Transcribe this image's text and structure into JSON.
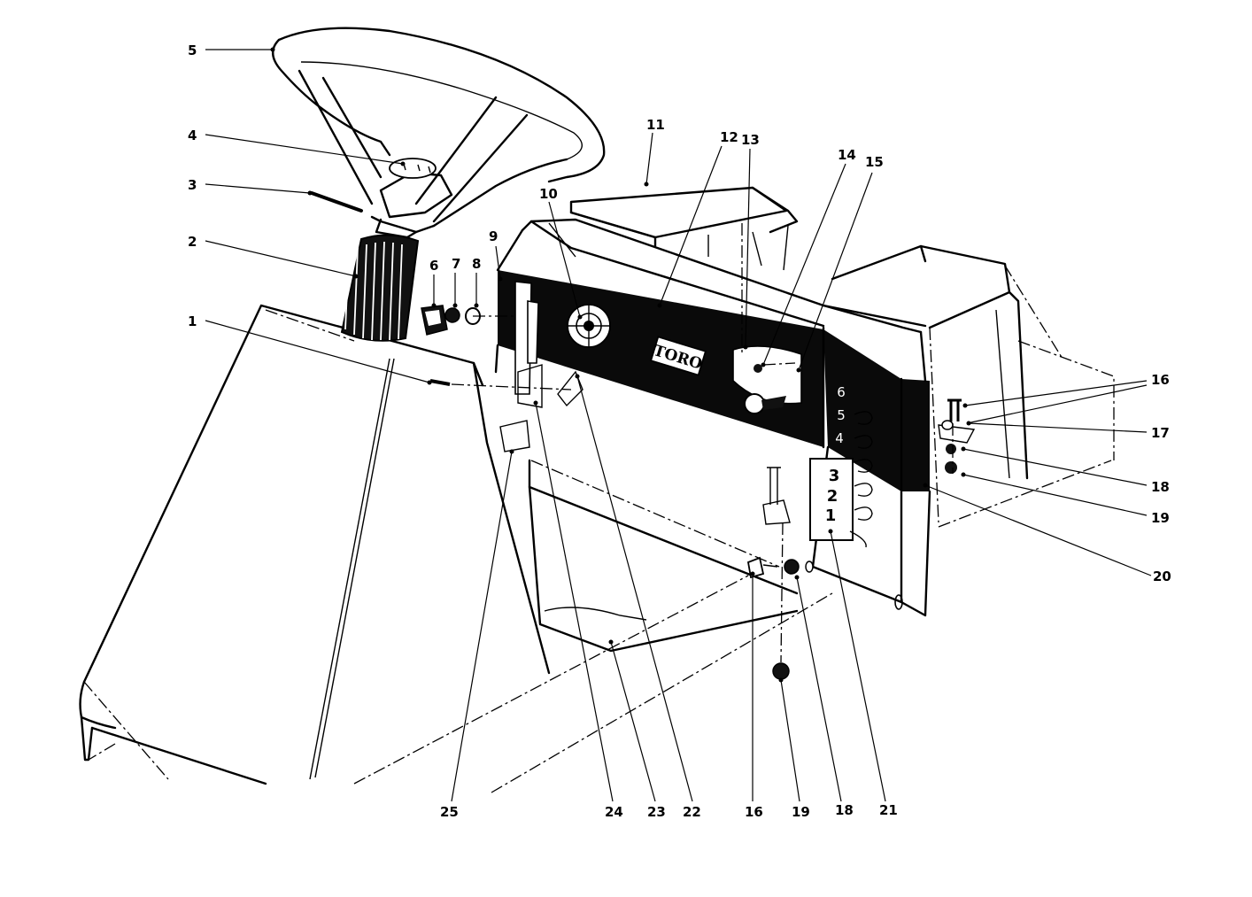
{
  "diagram": {
    "brand_logo": "TORO",
    "gear_numbers": [
      "6",
      "5",
      "4",
      "3",
      "2",
      "1"
    ],
    "callouts": [
      {
        "id": "c1",
        "label": "1"
      },
      {
        "id": "c2",
        "label": "2"
      },
      {
        "id": "c3",
        "label": "3"
      },
      {
        "id": "c4",
        "label": "4"
      },
      {
        "id": "c5",
        "label": "5"
      },
      {
        "id": "c6",
        "label": "6"
      },
      {
        "id": "c7",
        "label": "7"
      },
      {
        "id": "c8",
        "label": "8"
      },
      {
        "id": "c9",
        "label": "9"
      },
      {
        "id": "c10",
        "label": "10"
      },
      {
        "id": "c11",
        "label": "11"
      },
      {
        "id": "c12",
        "label": "12"
      },
      {
        "id": "c13",
        "label": "13"
      },
      {
        "id": "c14",
        "label": "14"
      },
      {
        "id": "c15",
        "label": "15"
      },
      {
        "id": "c16a",
        "label": "16"
      },
      {
        "id": "c17",
        "label": "17"
      },
      {
        "id": "c18a",
        "label": "18"
      },
      {
        "id": "c19a",
        "label": "19"
      },
      {
        "id": "c20",
        "label": "20"
      },
      {
        "id": "c25",
        "label": "25"
      },
      {
        "id": "c24",
        "label": "24"
      },
      {
        "id": "c23",
        "label": "23"
      },
      {
        "id": "c22",
        "label": "22"
      },
      {
        "id": "c16b",
        "label": "16"
      },
      {
        "id": "c19b",
        "label": "19"
      },
      {
        "id": "c18b",
        "label": "18"
      },
      {
        "id": "c21",
        "label": "21"
      }
    ]
  }
}
